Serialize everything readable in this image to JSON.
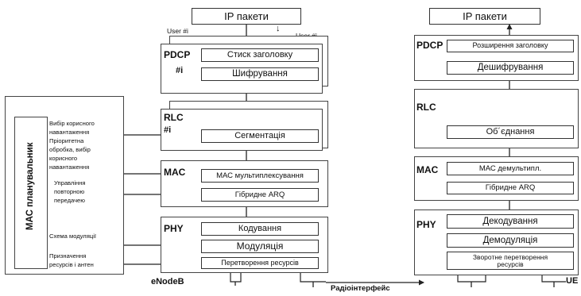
{
  "enb": {
    "ip_packets": "IP пакети",
    "user_left": "User #i",
    "user_right": "User #j",
    "pdcp": {
      "name": "PDCP",
      "user": "#i",
      "header_compression": "Стиск заголовку",
      "ciphering": "Шифрування"
    },
    "rlc": {
      "name": "RLC",
      "user": "#i",
      "segmentation": "Сегментація"
    },
    "mac": {
      "name": "MAC",
      "multiplexing": "МАС мультиплексування",
      "harq": "Гібридне ARQ"
    },
    "phy": {
      "name": "PHY",
      "coding": "Кодування",
      "modulation": "Модуляція",
      "resource_mapping": "Перетворення ресурсів"
    },
    "label": "eNodeB"
  },
  "scheduler": {
    "title": "МАС планувальник",
    "items": [
      [
        "Вибір корисного",
        "навантаження"
      ],
      [
        "Пріоритетна",
        "обробка, вибір",
        "корисного",
        "навантаження"
      ],
      [
        "Управління",
        "повторною",
        "передачею"
      ],
      [
        "Схема модуляції"
      ],
      [
        "Призначення",
        "ресурсів і антен"
      ]
    ]
  },
  "radio_interface": "Радіоінтерфейс",
  "ue": {
    "ip_packets": "IP пакети",
    "pdcp": {
      "name": "PDCP",
      "header_decompression": "Розширення заголовку",
      "deciphering": "Дешифрування"
    },
    "rlc": {
      "name": "RLC",
      "concatenation": "Об´єднання"
    },
    "mac": {
      "name": "MAC",
      "demultiplexing": "МАС демультипл.",
      "harq": "Гібридне ARQ"
    },
    "phy": {
      "name": "PHY",
      "decoding": "Декодування",
      "demodulation": "Демодуляція",
      "inverse_mapping": [
        "Зворотне перетворення",
        "ресурсів"
      ]
    },
    "label": "UE"
  }
}
